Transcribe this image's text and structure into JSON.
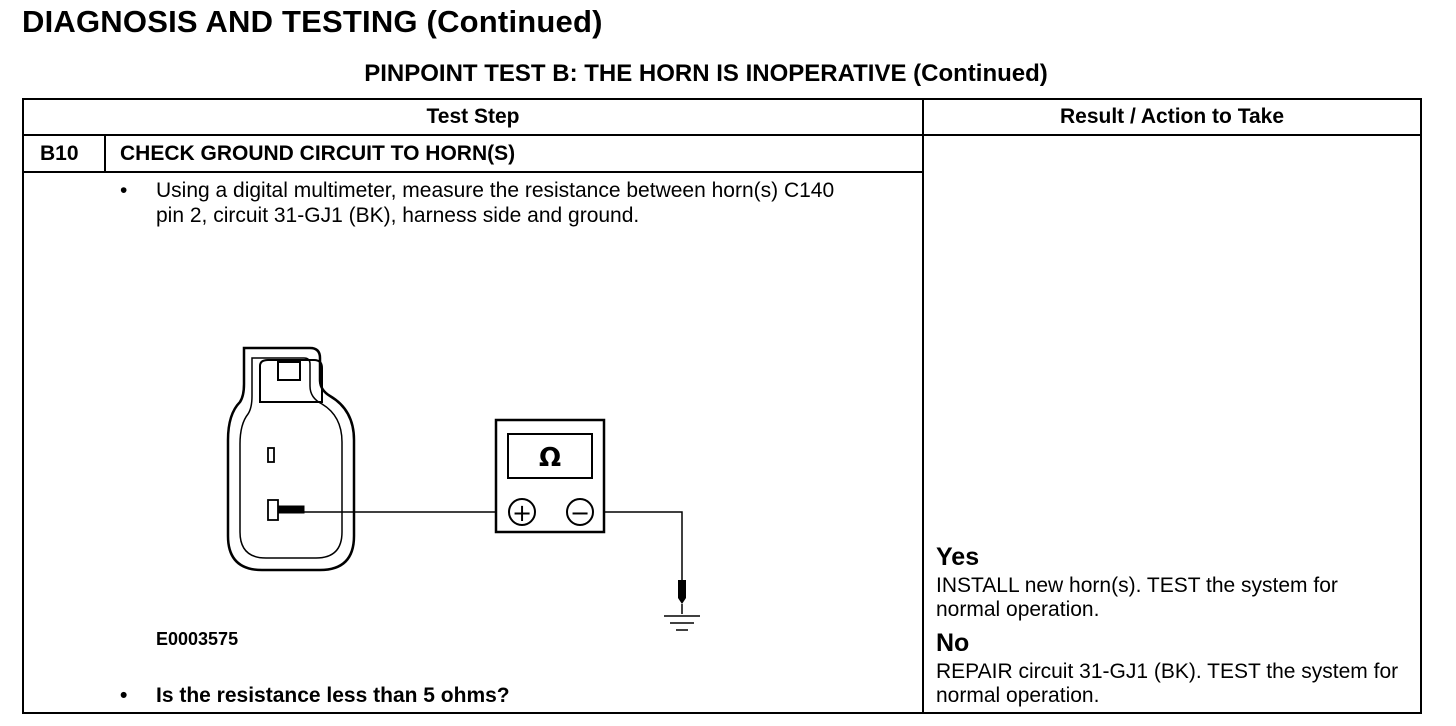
{
  "header": {
    "page_title": "DIAGNOSIS AND TESTING (Continued)",
    "test_title": "PINPOINT TEST  B: THE HORN IS INOPERATIVE (Continued)"
  },
  "table": {
    "col_test_step": "Test Step",
    "col_result": "Result / Action to Take"
  },
  "step": {
    "id": "B10",
    "title": "CHECK GROUND CIRCUIT TO HORN(S)",
    "bullet_symbol": "•",
    "instruction": "Using a digital multimeter, measure the resistance between horn(s) C140 pin 2, circuit 31-GJ1 (BK), harness side and ground.",
    "figure_id": "E0003575",
    "question": "Is the resistance less than 5 ohms?"
  },
  "diagram": {
    "meter_symbol": "Ω",
    "plus_symbol": "+",
    "minus_symbol": "−"
  },
  "results": {
    "yes_label": "Yes",
    "yes_text": "INSTALL new horn(s). TEST the system for normal operation.",
    "no_label": "No",
    "no_text": "REPAIR circuit 31-GJ1 (BK). TEST the system for normal operation."
  }
}
